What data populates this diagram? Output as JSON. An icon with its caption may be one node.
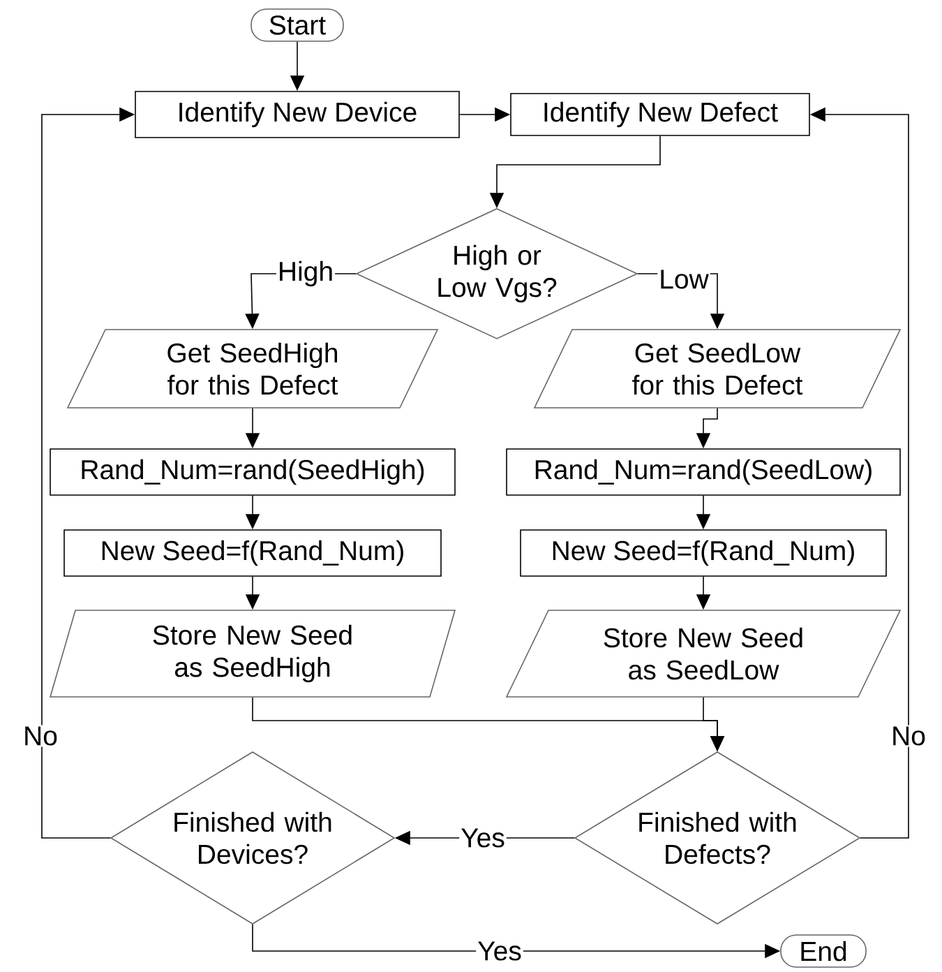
{
  "diagram": {
    "nodes": [
      {
        "text": [
          "Start"
        ]
      },
      {
        "text": [
          "Identify New Device"
        ]
      },
      {
        "text": [
          "Identify New Defect"
        ]
      },
      {
        "text": [
          "High or Low Vgs?"
        ]
      },
      {
        "text": [
          "Get SeedHigh for this Defect"
        ]
      },
      {
        "text": [
          "Get SeedLow for this Defect"
        ]
      },
      {
        "text": [
          "Rand_Num=rand(SeedHigh)"
        ]
      },
      {
        "text": [
          "Rand_Num=rand(SeedLow)"
        ]
      },
      {
        "text": [
          "New Seed=f(Rand_Num)"
        ]
      },
      {
        "text": [
          "New Seed=f(Rand_Num)"
        ]
      },
      {
        "text": [
          "Store New Seed as SeedHigh"
        ]
      },
      {
        "text": [
          "Store New Seed as SeedLow"
        ]
      },
      {
        "text": [
          "Finished with Devices?"
        ]
      },
      {
        "text": [
          "Finished with Defects?"
        ]
      },
      {
        "text": [
          "End"
        ]
      }
    ],
    "edges": [
      {
        "from": 0,
        "to": 1,
        "arrow": "to"
      },
      {
        "from": 1,
        "to": 2,
        "arrow": "to"
      },
      {
        "from": 2,
        "to": 3,
        "arrow": "to"
      },
      {
        "from": 3,
        "to": 4,
        "arrow": "to",
        "label": "High"
      },
      {
        "from": 3,
        "to": 5,
        "arrow": "to",
        "label": "Low"
      },
      {
        "from": 4,
        "to": 6,
        "arrow": "to"
      },
      {
        "from": 6,
        "to": 8,
        "arrow": "to"
      },
      {
        "from": 8,
        "to": 10,
        "arrow": "to"
      },
      {
        "from": 5,
        "to": 7,
        "arrow": "to"
      },
      {
        "from": 7,
        "to": 9,
        "arrow": "to"
      },
      {
        "from": 9,
        "to": 11,
        "arrow": "to"
      },
      {
        "from": 10,
        "to": 13,
        "arrow": "to"
      },
      {
        "from": 11,
        "to": 13,
        "arrow": "to"
      },
      {
        "from": 13,
        "to": 12,
        "arrow": "to",
        "label": "Yes"
      },
      {
        "from": 13,
        "to": 2,
        "arrow": "to",
        "label": "No"
      },
      {
        "from": 12,
        "to": 1,
        "arrow": "to",
        "label": "No"
      },
      {
        "from": 12,
        "to": 14,
        "arrow": "to",
        "label": "Yes"
      }
    ]
  }
}
